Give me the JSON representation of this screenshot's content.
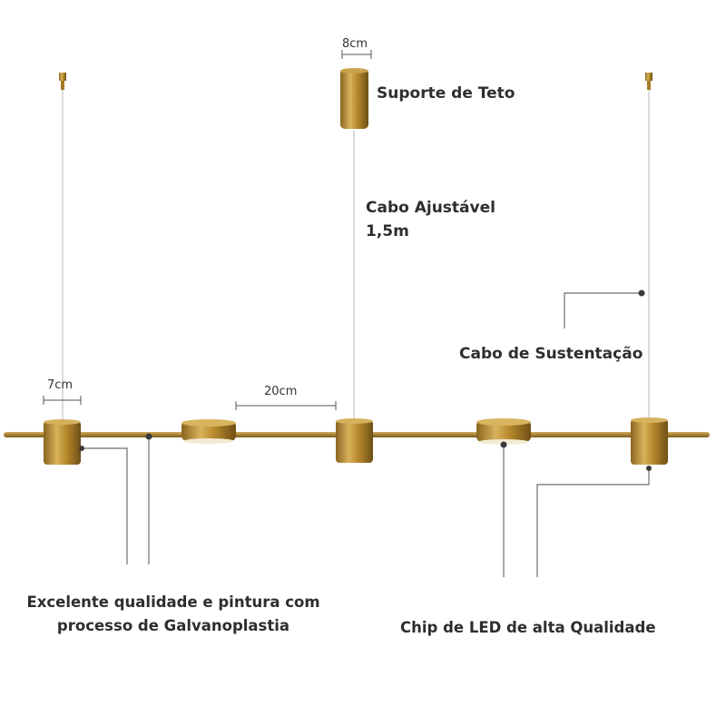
{
  "dimensions": {
    "top_width": "8cm",
    "left_width": "7cm",
    "spacing": "20cm"
  },
  "labels": {
    "ceiling_support": "Suporte de Teto",
    "adjustable_cable_line1": "Cabo Ajustável",
    "adjustable_cable_line2": "1,5m",
    "support_cable": "Cabo de Sustentação",
    "quality_line1": "Excelente qualidade e pintura com",
    "quality_line2": "processo de Galvanoplastia",
    "led_chip": "Chip de LED de alta Qualidade"
  },
  "colors": {
    "gold": "#b98b2c",
    "gold_light": "#d9b45e",
    "gold_dark": "#7a5a1c",
    "cable": "#cfcfcf",
    "callout_line": "#6e6e6e",
    "callout_dot": "#3a3a3a"
  }
}
